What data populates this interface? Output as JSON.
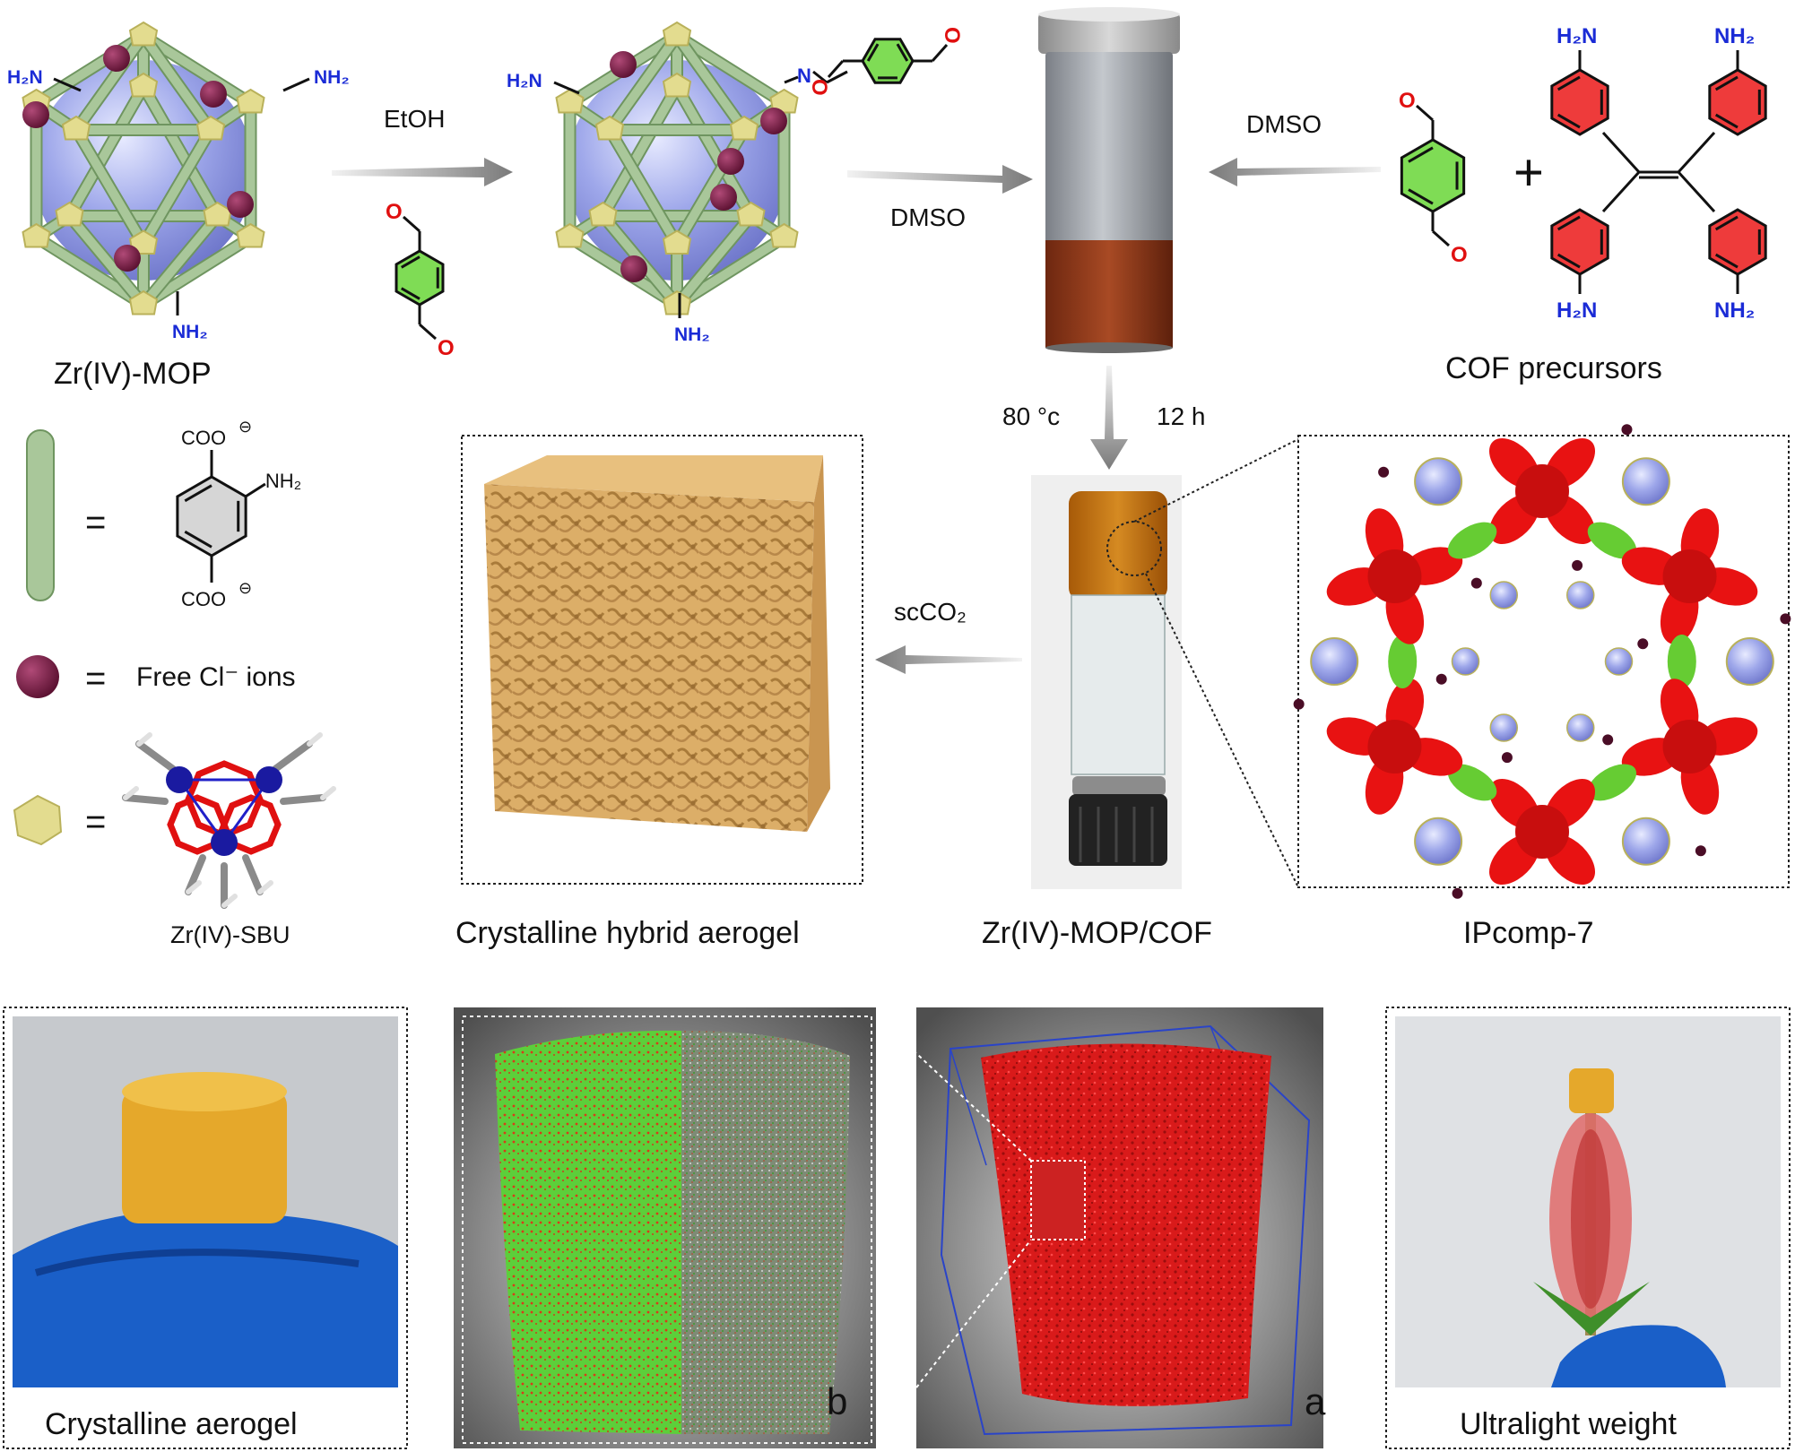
{
  "top": {
    "mop_label": "Zr(IV)-MOP",
    "nh2": "NH₂",
    "h2n": "H₂N",
    "step1_solvent": "EtOH",
    "step2_solvent": "DMSO",
    "step3_solvent": "DMSO",
    "cof_precursors_label": "COF precursors",
    "plus": "+",
    "o": "O",
    "n": "N"
  },
  "conditions": {
    "temp": "80 °c",
    "time": "12 h"
  },
  "legend": {
    "eq": "=",
    "coo": "COO",
    "minus": "⊖",
    "nh2": "NH₂",
    "free_ions": "Free Cl⁻ ions",
    "sbu_label": "Zr(IV)-SBU"
  },
  "middle": {
    "aerogel_label": "Crystalline hybrid aerogel",
    "scco2": "scCO₂",
    "vial_label": "Zr(IV)-MOP/COF",
    "ipcomp_label": "IPcomp-7"
  },
  "bottom": {
    "panel1_label": "Crystalline aerogel",
    "panel2_letter": "b",
    "panel3_letter": "a",
    "panel4_label": "Ultralight weight"
  },
  "colors": {
    "strut": "#a9c79a",
    "node": "#e3dc8f",
    "sphere": "#9aa3e6",
    "ion": "#7a1f44",
    "amine": "#1a2bd6",
    "oxygen": "#e01010",
    "benzene_green": "#7fdc55",
    "benzene_red": "#ee3b3b",
    "aerogel": "#d9ab63",
    "cof_red": "#e81212",
    "cof_green": "#66cc33"
  }
}
